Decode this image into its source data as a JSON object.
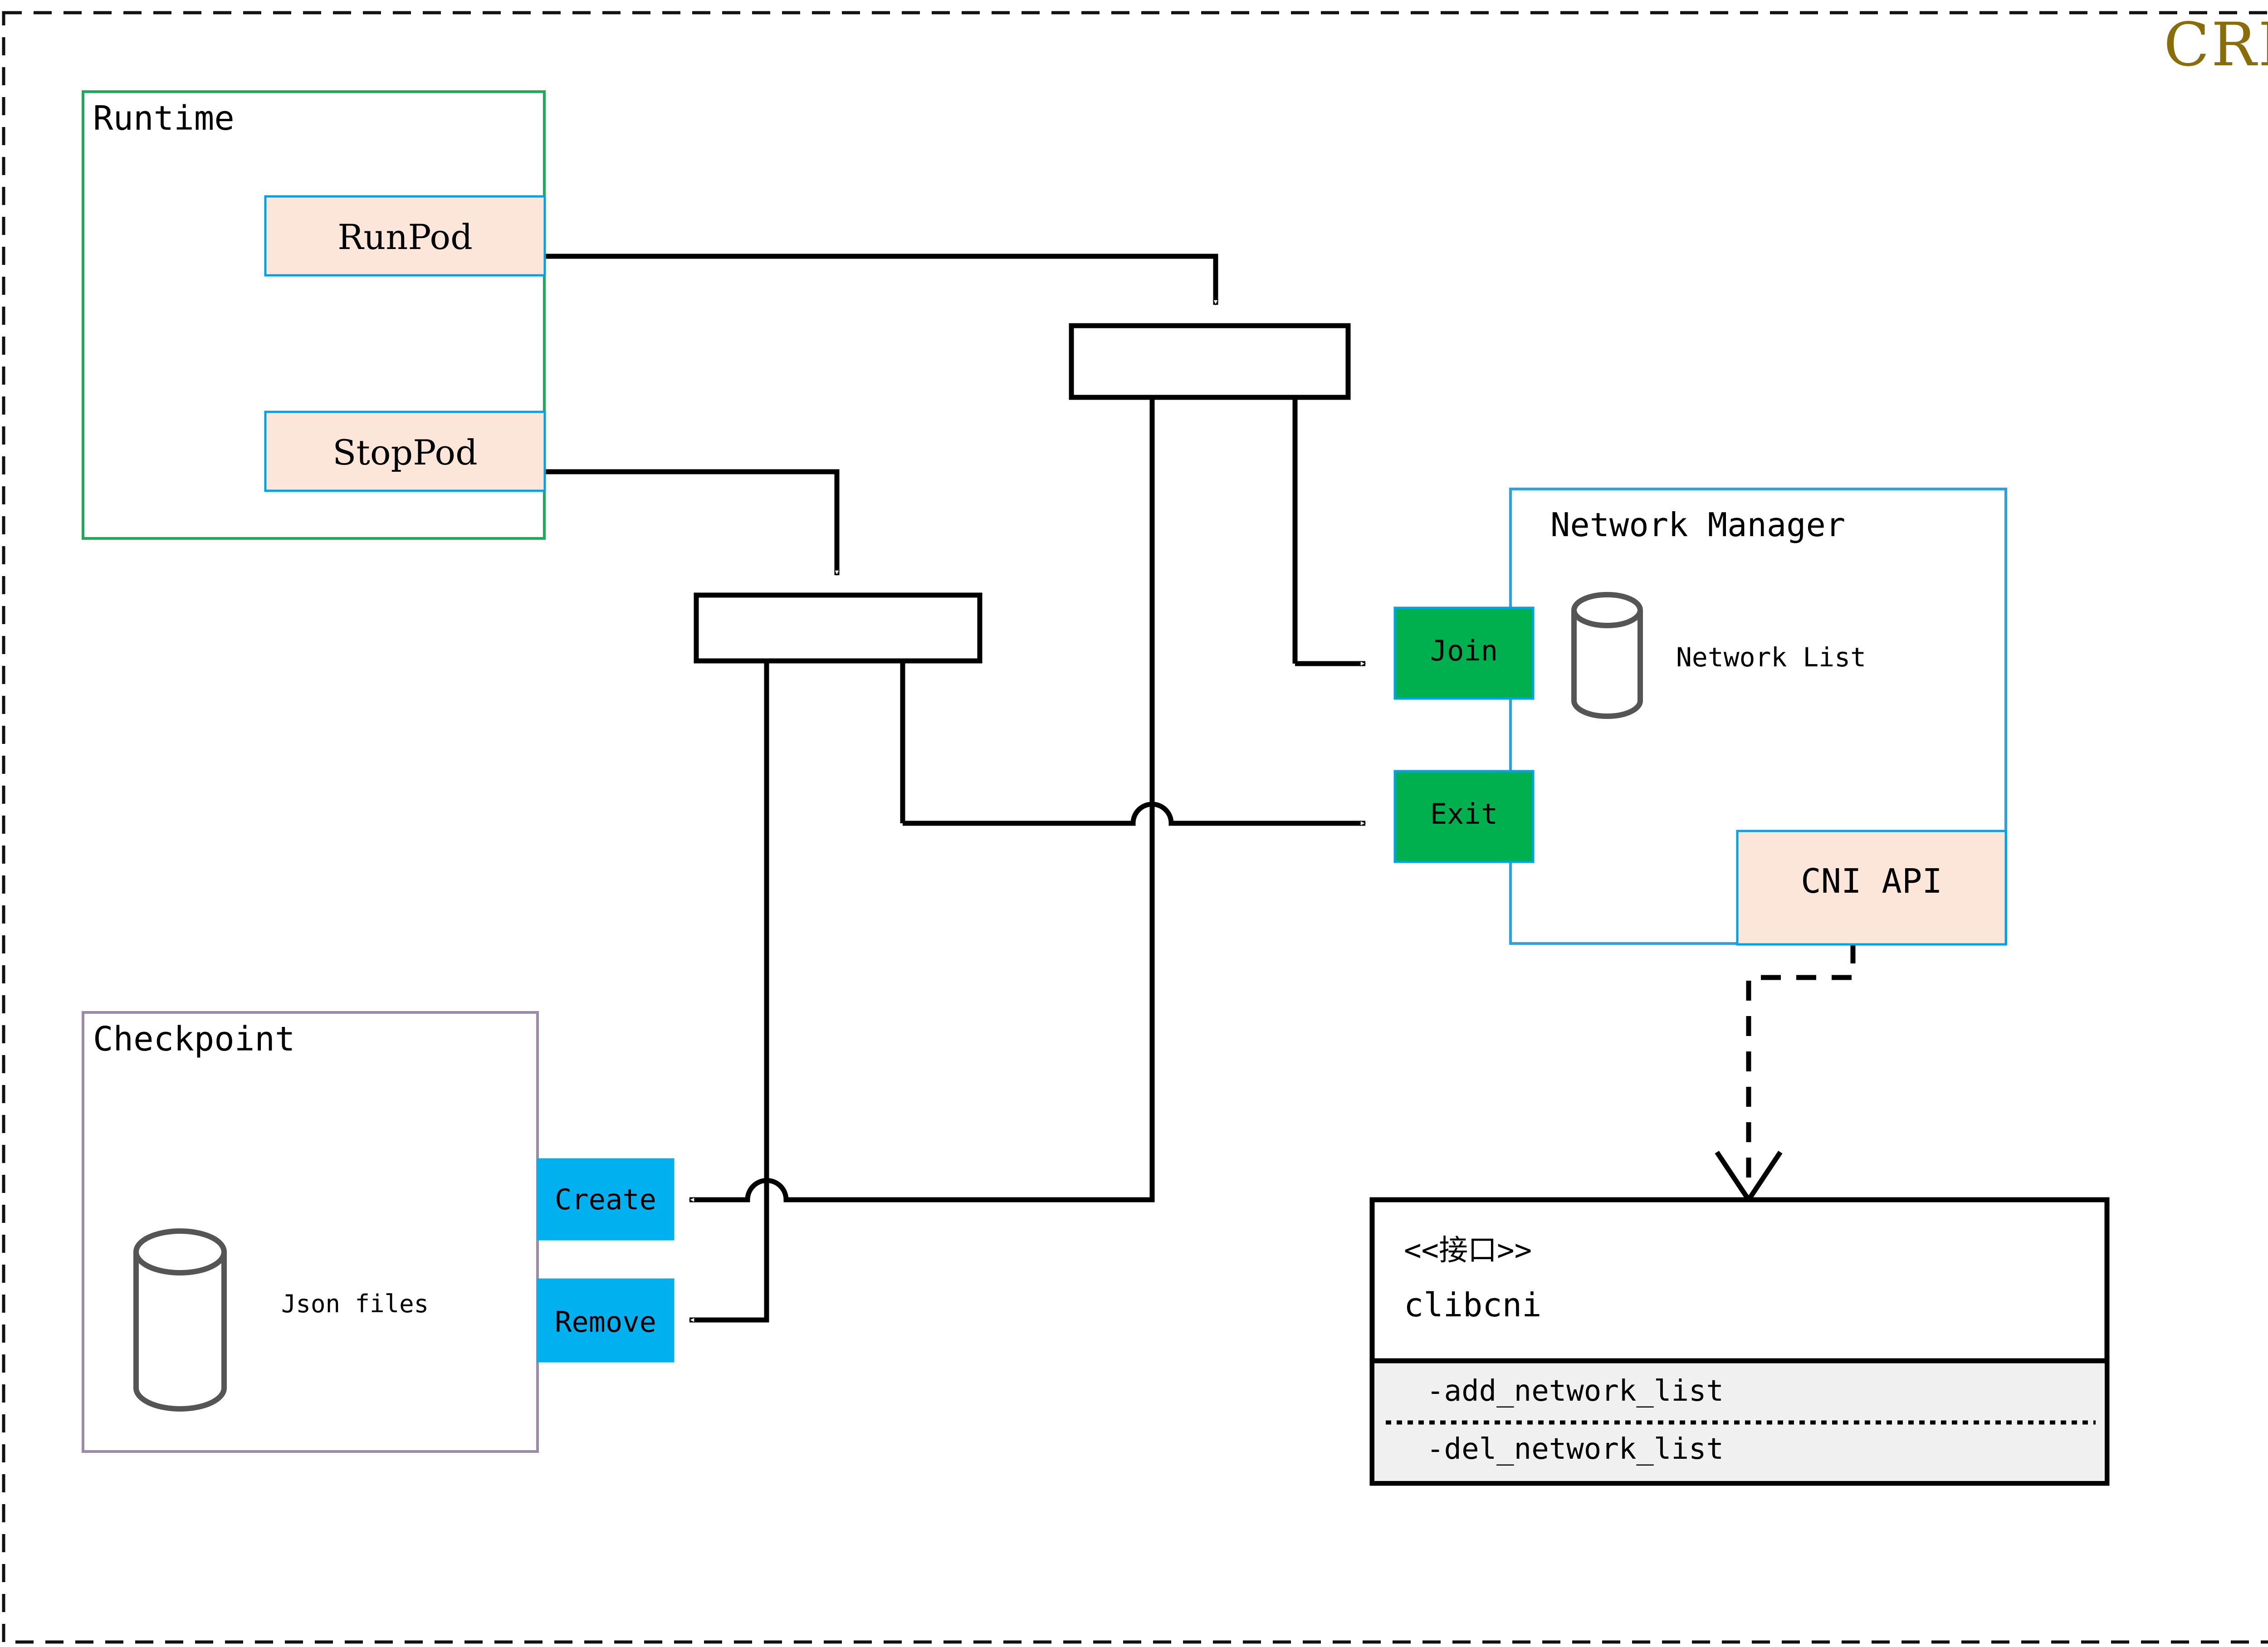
{
  "diagram": {
    "title": "CRI",
    "title_color": "#8a6d0b",
    "outer_border": "dashed"
  },
  "groups": {
    "runtime": {
      "title": "Runtime",
      "border_color": "#1faa59"
    },
    "checkpoint": {
      "title": "Checkpoint",
      "border_color": "#9b8aab",
      "storage_label": "Json files",
      "storage_icon": "cylinder-database-icon"
    },
    "network_manager": {
      "title": "Network Manager",
      "border_color": "#2f9fe0",
      "storage_label": "Network List",
      "storage_icon": "cylinder-database-icon"
    }
  },
  "nodes": {
    "run_pod": {
      "label": "RunPod",
      "fill": "#fbe6d9",
      "border": "#00a2e8"
    },
    "stop_pod": {
      "label": "StopPod",
      "fill": "#fbe6d9",
      "border": "#00a2e8"
    },
    "join": {
      "label": "Join",
      "fill": "#00b04f",
      "border": "#00a2e8"
    },
    "exit": {
      "label": "Exit",
      "fill": "#00b04f",
      "border": "#00a2e8"
    },
    "cni_api": {
      "label": "CNI API",
      "fill": "#fbe6d9",
      "border": "#00a2e8"
    },
    "create": {
      "label": "Create",
      "fill": "#00b0ef",
      "border": "#00b0ef"
    },
    "remove": {
      "label": "Remove",
      "fill": "#00b0ef",
      "border": "#00b0ef"
    },
    "fork_top": {
      "label": "",
      "fill": "#ffffff",
      "border": "#000000"
    },
    "fork_bottom": {
      "label": "",
      "fill": "#ffffff",
      "border": "#000000"
    }
  },
  "interface_box": {
    "stereotype": "<<接口>>",
    "name": "clibcni",
    "methods": [
      "-add_network_list",
      "-del_network_list"
    ],
    "methods_fill": "#f0f0f0"
  }
}
